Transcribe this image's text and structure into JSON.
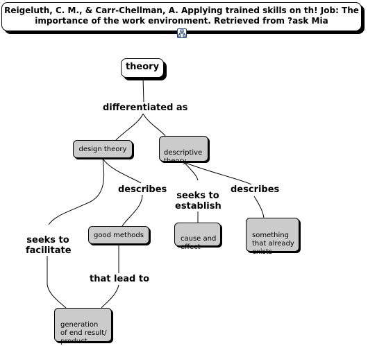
{
  "header": {
    "line1": "Reigeluth, C. M., & Carr-Chellman, A. Applying trained skills on th! Job: The",
    "line2": "importance of the work environment. Retrieved from ?ask Mia",
    "icon": "concept-map-icon"
  },
  "nodes": {
    "theory": "theory",
    "design_theory": "design theory",
    "descriptive_theory": "descriptive\ntheory",
    "good_methods": "good methods",
    "generation": "generation\nof end result/\nproduct",
    "cause_effect": "cause and\neffect",
    "something_exists": "something\nthat already\nexists"
  },
  "links": {
    "differentiated_as": "differentiated as",
    "describes_design": "describes",
    "seeks_to_facilitate": "seeks to\nfacilitate",
    "that_lead_to": "that lead to",
    "seeks_to_establish": "seeks to\nestablish",
    "describes_descriptive": "describes"
  }
}
